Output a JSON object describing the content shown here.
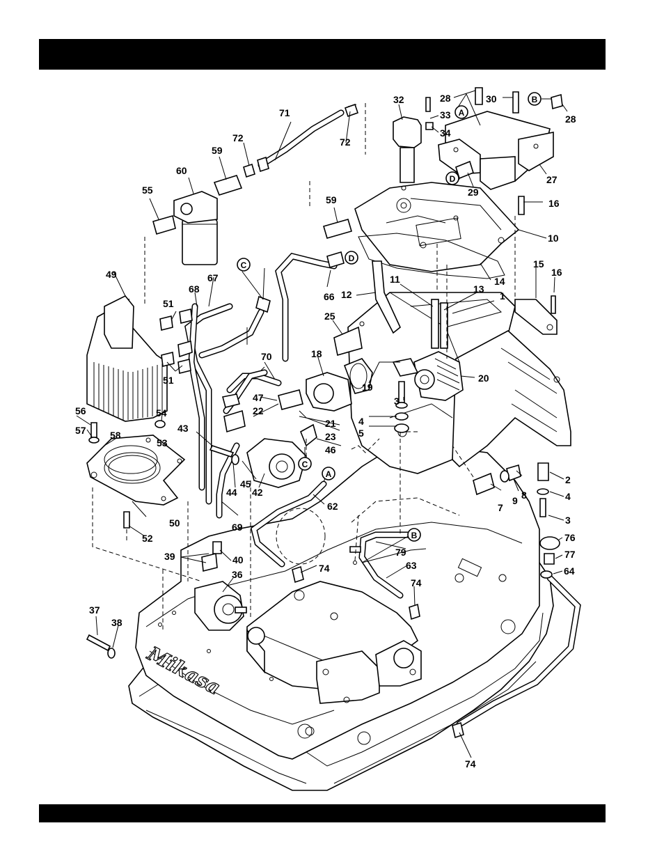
{
  "callouts": [
    "1",
    "2",
    "3",
    "4",
    "5",
    "7",
    "8",
    "9",
    "10",
    "11",
    "12",
    "13",
    "14",
    "15",
    "16",
    "18",
    "19",
    "20",
    "21",
    "22",
    "23",
    "25",
    "27",
    "28",
    "29",
    "30",
    "32",
    "33",
    "34",
    "36",
    "37",
    "38",
    "39",
    "40",
    "42",
    "43",
    "44",
    "45",
    "46",
    "47",
    "49",
    "50",
    "51",
    "52",
    "53",
    "54",
    "55",
    "56",
    "57",
    "58",
    "59",
    "60",
    "62",
    "63",
    "64",
    "66",
    "67",
    "68",
    "69",
    "70",
    "71",
    "72",
    "74",
    "76",
    "77",
    "79"
  ],
  "connectors": [
    "A",
    "B",
    "C",
    "D"
  ],
  "brand": "Mikasa"
}
